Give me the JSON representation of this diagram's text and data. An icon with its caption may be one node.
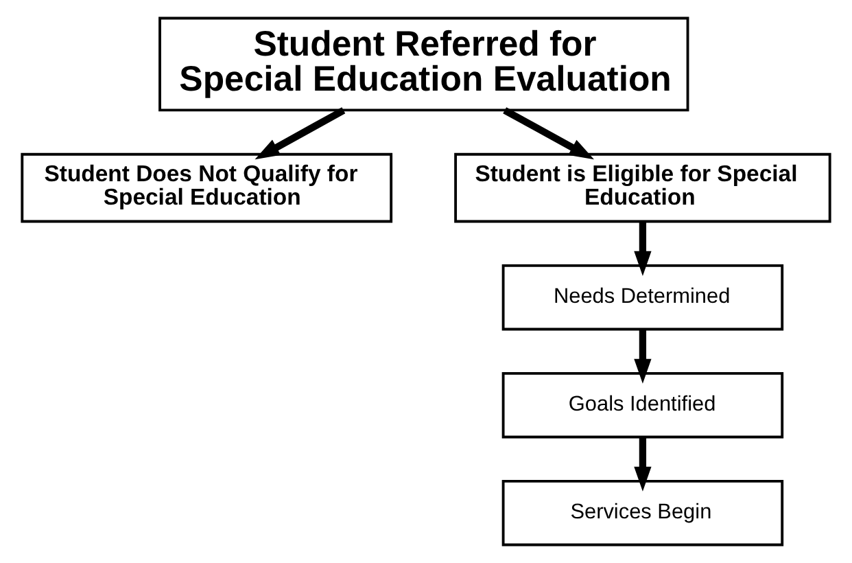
{
  "diagram": {
    "nodes": [
      {
        "text": [
          "Student Referred for Special Education Evaluation"
        ]
      },
      {
        "text": [
          "Student Does Not Qualify for Special Education"
        ]
      },
      {
        "text": [
          "Student is Eligible for Special Education"
        ]
      },
      {
        "text": [
          "Needs Determined"
        ]
      },
      {
        "text": [
          "Goals Identified"
        ]
      },
      {
        "text": [
          "Services Begin"
        ]
      }
    ],
    "edges": [
      {
        "from": 0,
        "to": 1,
        "arrow": "to"
      },
      {
        "from": 0,
        "to": 2,
        "arrow": "to"
      },
      {
        "from": 2,
        "to": 3,
        "arrow": "to"
      },
      {
        "from": 3,
        "to": 4,
        "arrow": "to"
      },
      {
        "from": 4,
        "to": 5,
        "arrow": "to"
      }
    ]
  }
}
